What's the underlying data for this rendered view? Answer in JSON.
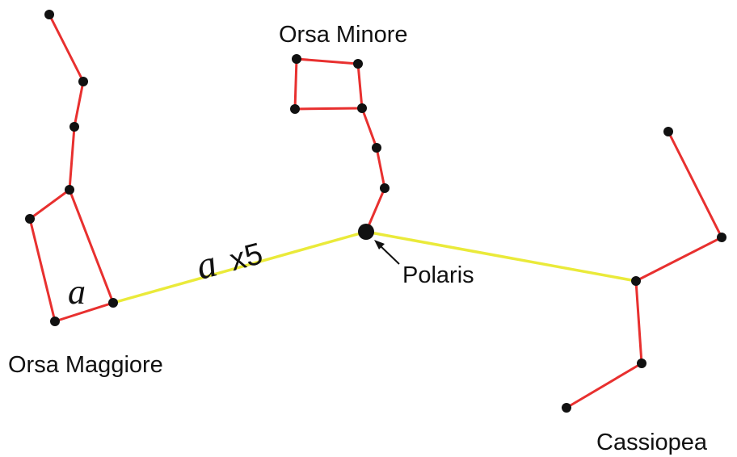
{
  "labels": {
    "ursa_major": "Orsa Maggiore",
    "ursa_minor": "Orsa Minore",
    "cassiopeia": "Cassiopea",
    "polaris": "Polaris"
  },
  "distance_marker": {
    "symbol": "a",
    "factor": "x5"
  },
  "colors": {
    "constellation_line": "#e8302f",
    "pointer_line": "#eaea3a",
    "star": "#111111"
  }
}
